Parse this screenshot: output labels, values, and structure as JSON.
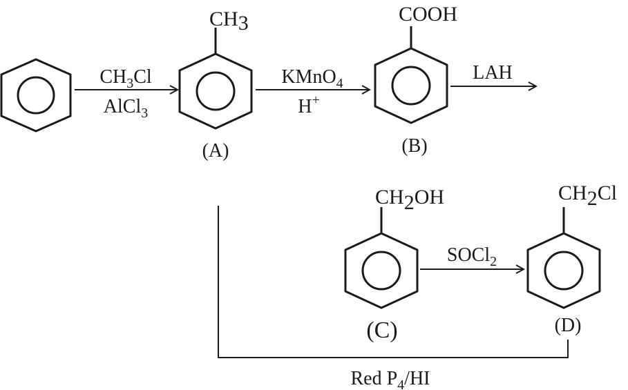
{
  "diagram": {
    "compounds": {
      "A": {
        "label": "(A)",
        "substituent": [
          "CH",
          "3",
          ""
        ]
      },
      "B": {
        "label": "(B)",
        "substituent": [
          "COOH",
          "",
          ""
        ]
      },
      "C": {
        "label": "(C)",
        "substituent": [
          "CH",
          "2",
          "OH"
        ]
      },
      "D": {
        "label": "(D)",
        "substituent": [
          "CH",
          "2",
          "Cl"
        ]
      }
    },
    "reagents": {
      "step1_top": [
        "CH",
        "3",
        "Cl"
      ],
      "step1_bottom": [
        "AlCl",
        "3",
        ""
      ],
      "step2_top": [
        "KMnO",
        "4",
        ""
      ],
      "step2_bottom": [
        "H",
        "+",
        ""
      ],
      "step3_top": "LAH",
      "step4_top": [
        "SOCl",
        "2",
        ""
      ],
      "step5": [
        "Red P",
        "4",
        "/HI"
      ]
    }
  }
}
